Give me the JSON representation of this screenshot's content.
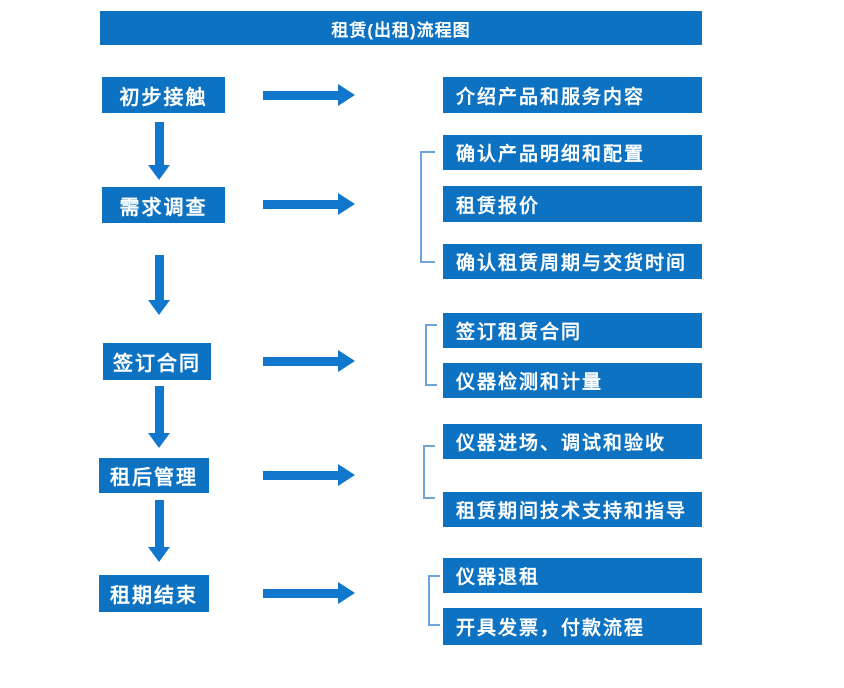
{
  "title": "租赁(出租)流程图",
  "colors": {
    "box_blue": "#0d72c2",
    "arrow_blue": "#1177cd",
    "bracket_blue": "#6fa3dc",
    "text_white": "#ffffff"
  },
  "steps": [
    {
      "label": "初步接触",
      "details": [
        "介绍产品和服务内容"
      ]
    },
    {
      "label": "需求调查",
      "details": [
        "确认产品明细和配置",
        "租赁报价",
        "确认租赁周期与交货时间"
      ]
    },
    {
      "label": "签订合同",
      "details": [
        "签订租赁合同",
        "仪器检测和计量"
      ]
    },
    {
      "label": "租后管理",
      "details": [
        "仪器进场、调试和验收",
        "租赁期间技术支持和指导"
      ]
    },
    {
      "label": "租期结束",
      "details": [
        "仪器退租",
        "开具发票，付款流程"
      ]
    }
  ]
}
